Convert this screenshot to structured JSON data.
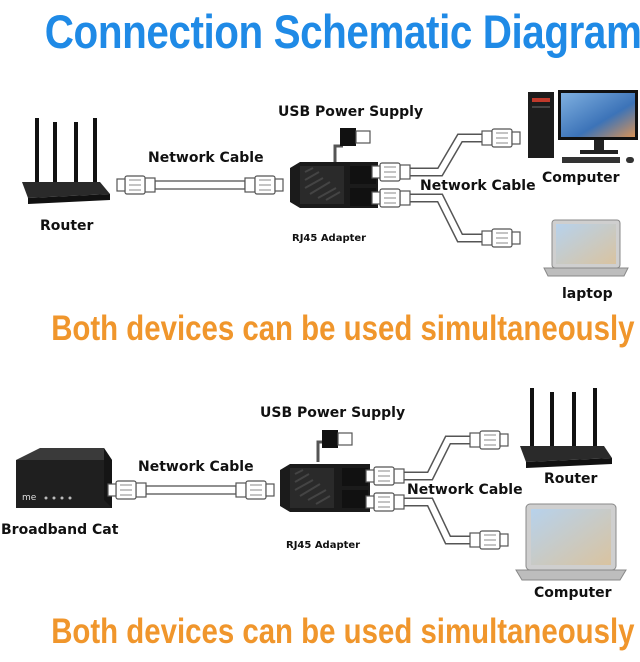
{
  "title": "Connection Schematic Diagram",
  "banner": "Both devices can be used simultaneously",
  "diagram1": {
    "source": "Router",
    "usb": "USB Power Supply",
    "cable_in": "Network Cable",
    "adapter": "RJ45 Adapter",
    "cable_out": "Network Cable",
    "device_a": "Computer",
    "device_b": "laptop"
  },
  "diagram2": {
    "source": "Broadband Cat",
    "usb": "USB Power Supply",
    "cable_in": "Network Cable",
    "adapter": "RJ45 Adapter",
    "cable_out": "Network Cable",
    "device_a": "Router",
    "device_b": "Computer"
  },
  "colors": {
    "title": "#1f8ae6",
    "banner": "#f0962c"
  }
}
